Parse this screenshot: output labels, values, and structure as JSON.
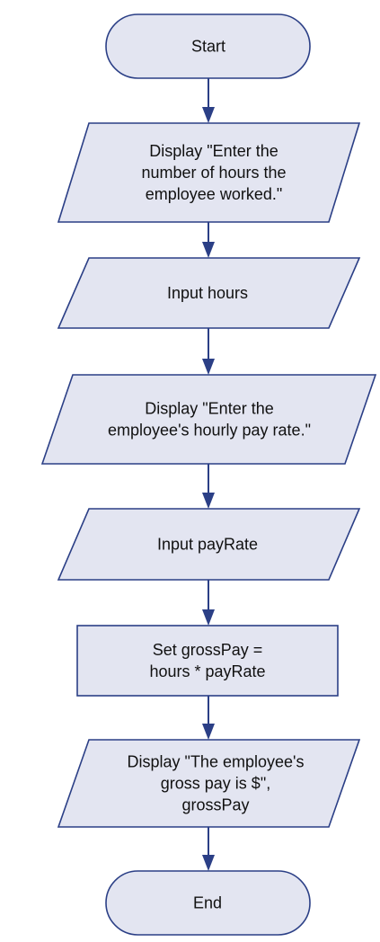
{
  "flowchart": {
    "nodes": [
      {
        "id": "start",
        "shape": "terminal",
        "lines": [
          "Start"
        ]
      },
      {
        "id": "display_hours_prompt",
        "shape": "io",
        "lines": [
          "Display \"Enter the",
          "number of hours the",
          "employee worked.\""
        ]
      },
      {
        "id": "input_hours",
        "shape": "io",
        "lines": [
          "Input hours"
        ]
      },
      {
        "id": "display_rate_prompt",
        "shape": "io",
        "lines": [
          "Display \"Enter the",
          "employee's hourly pay rate.\""
        ]
      },
      {
        "id": "input_pay_rate",
        "shape": "io",
        "lines": [
          "Input payRate"
        ]
      },
      {
        "id": "set_gross_pay",
        "shape": "process",
        "lines": [
          "Set grossPay =",
          "hours * payRate"
        ]
      },
      {
        "id": "display_gross_pay",
        "shape": "io",
        "lines": [
          "Display \"The employee's",
          "gross pay is $\",",
          "grossPay"
        ]
      },
      {
        "id": "end",
        "shape": "terminal",
        "lines": [
          "End"
        ]
      }
    ],
    "edges": [
      [
        "start",
        "display_hours_prompt"
      ],
      [
        "display_hours_prompt",
        "input_hours"
      ],
      [
        "input_hours",
        "display_rate_prompt"
      ],
      [
        "display_rate_prompt",
        "input_pay_rate"
      ],
      [
        "input_pay_rate",
        "set_gross_pay"
      ],
      [
        "set_gross_pay",
        "display_gross_pay"
      ],
      [
        "display_gross_pay",
        "end"
      ]
    ],
    "colors": {
      "fill": "#e3e5f1",
      "stroke": "#2b3f86",
      "text": "#111111"
    }
  }
}
